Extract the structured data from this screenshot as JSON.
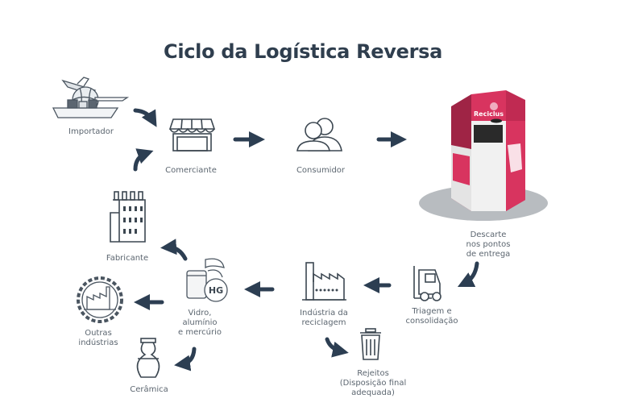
{
  "title": "Ciclo da Logística Reversa",
  "nodes": {
    "importador": [
      "Importador"
    ],
    "comerciante": [
      "Comerciante"
    ],
    "consumidor": [
      "Consumidor"
    ],
    "descarte": [
      "Descarte",
      "nos pontos",
      "de entrega"
    ],
    "triagem": [
      "Triagem e",
      "consolidação"
    ],
    "industria": [
      "Indústria da",
      "reciclagem"
    ],
    "rejeitos": [
      "Rejeitos",
      "(Disposição final",
      "adequada)"
    ],
    "vidro": [
      "Vidro,",
      "alumínio",
      "e mercúrio"
    ],
    "outras": [
      "Outras",
      "indústrias"
    ],
    "ceramica": [
      "Cerâmica"
    ],
    "fabricante": [
      "Fabricante"
    ]
  },
  "machine": {
    "brand": "Reciclus",
    "badge": "HG"
  },
  "colors": {
    "arrow": "#2c3e52",
    "icon": "#4a5560",
    "machine_pink": "#d8345f",
    "machine_shadow": "#b8bcc0"
  }
}
